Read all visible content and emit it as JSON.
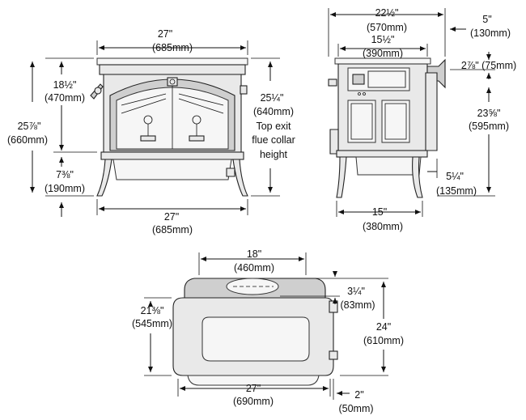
{
  "front": {
    "top_width": [
      "27\"",
      "(685mm)"
    ],
    "top_height": [
      "18½\"",
      "(470mm)"
    ],
    "total_height": [
      "25⅞\"",
      "(660mm)"
    ],
    "leg_height": [
      "7⅜\"",
      "(190mm)"
    ],
    "collar_height": [
      "25¼\"",
      "(640mm)",
      "Top exit",
      "flue collar",
      "height"
    ],
    "bottom_width": [
      "27\"",
      "(685mm)"
    ]
  },
  "side": {
    "overall_width": [
      "22½\"",
      "(570mm)"
    ],
    "inner_width": [
      "15½\"",
      "(390mm)"
    ],
    "collar_offset": [
      "5\"",
      "(130mm)"
    ],
    "collar_diameter": [
      "2⅞\" (75mm)"
    ],
    "rear_height": [
      "23⅝\"",
      "(595mm)"
    ],
    "rear_clearance": [
      "5¼\"",
      "(135mm)"
    ],
    "leg_span": [
      "15\"",
      "(380mm)"
    ]
  },
  "top": {
    "depth_width": [
      "18\"",
      "(460mm)"
    ],
    "collar_offset": [
      "3¼\"",
      "(83mm)"
    ],
    "left_depth": [
      "21⅜\"",
      "(545mm)"
    ],
    "overall_depth": [
      "24\"",
      "(610mm)"
    ],
    "overall_width": [
      "27\"",
      "(690mm)"
    ],
    "handle_offset": [
      "2\"",
      "(50mm)"
    ]
  }
}
